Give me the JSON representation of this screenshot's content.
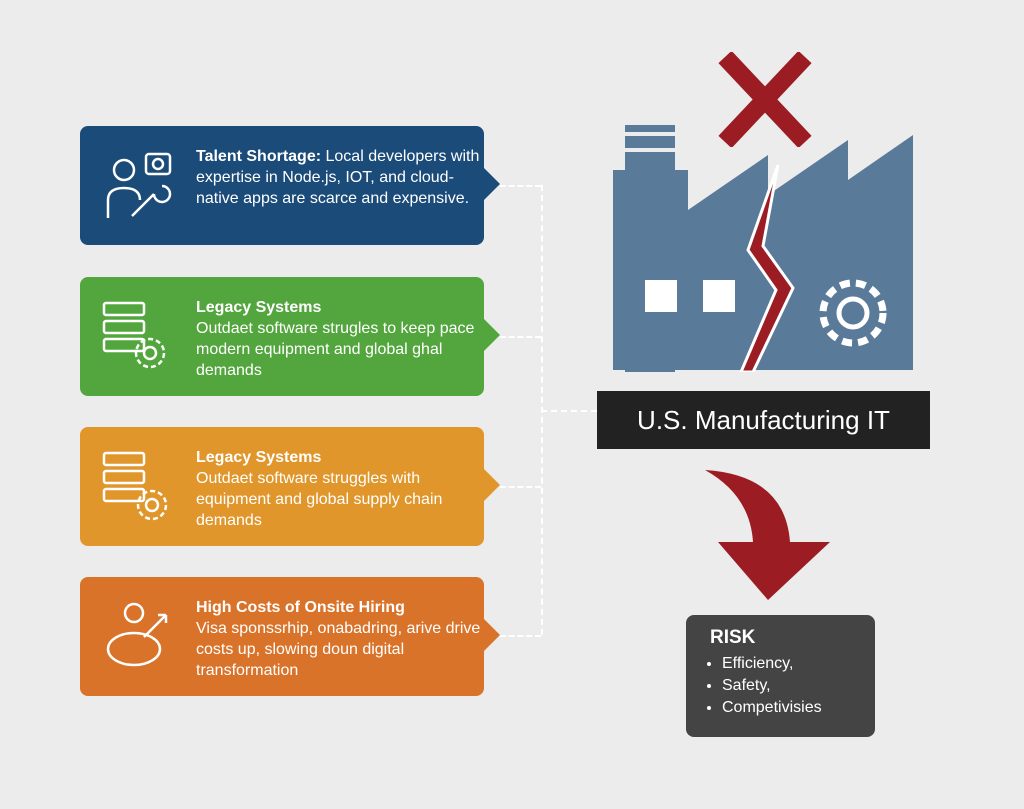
{
  "cards": [
    {
      "title": "Talent Shortage:",
      "body": " Local developers with expertise in Node.js, IOT, and cloud-native apps are scarce and expensive.",
      "color": "#1b4b78",
      "icon": "developer-wrench-icon"
    },
    {
      "title": "Legacy Systems",
      "body": "Outdaet software strugles to keep pace modern equipment and global ghal demands",
      "color": "#53a63e",
      "icon": "server-gear-icon"
    },
    {
      "title": "Legacy Systems",
      "body": "Outdaet software struggles with equipment and global supply chain demands",
      "color": "#e0962a",
      "icon": "server-gear-icon"
    },
    {
      "title": "High Costs of Onsite Hiring",
      "body": "Visa sponssrhip, onabadring, arive drive costs up, slowing doun digital transformation",
      "color": "#d9732a",
      "icon": "piggy-bank-icon"
    }
  ],
  "center": {
    "label": "U.S. Manufacturing IT",
    "factory_color": "#5a7a9a",
    "accent_red": "#9b1c22"
  },
  "risk": {
    "title": "RISK",
    "items": [
      "Efficiency,",
      "Safety,",
      "Competivisies"
    ]
  }
}
